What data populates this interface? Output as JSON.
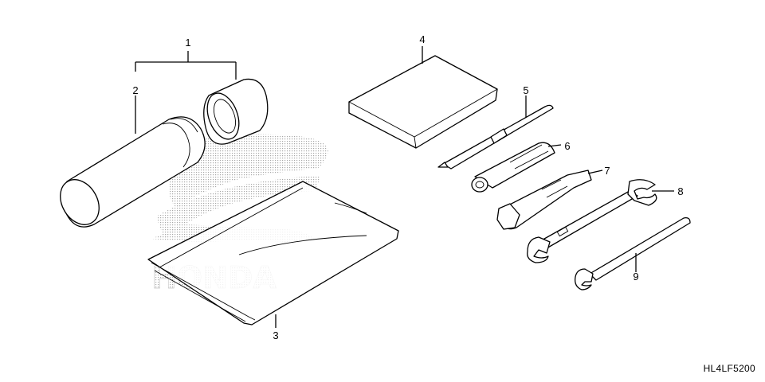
{
  "callouts": {
    "c1": "1",
    "c2": "2",
    "c3": "3",
    "c4": "4",
    "c5": "5",
    "c6": "6",
    "c7": "7",
    "c8": "8",
    "c9": "9"
  },
  "watermark": "HONDA",
  "diagram_code": "HL4LF5200",
  "colors": {
    "line": "#000000",
    "background": "#ffffff",
    "watermark_dots": "#9a9a9a"
  }
}
